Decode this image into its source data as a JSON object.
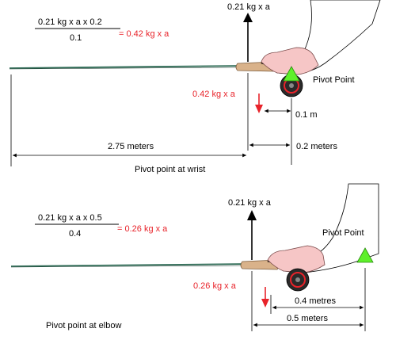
{
  "colors": {
    "accent_red": "#e8232a",
    "pivot_green": "#5ef02a",
    "rod_green": "#2e6b55",
    "hand_pink": "#f6c6c6",
    "handle_tan": "#d9b28a",
    "reel_dark": "#2a2a2a"
  },
  "top": {
    "formula_numerator": "0.21 kg x a x 0.2",
    "formula_denominator": "0.1",
    "formula_result": "= 0.42 kg x a",
    "force_up_label": "0.21 kg x a",
    "force_down_label": "0.42 kg x a",
    "pivot_label": "Pivot Point",
    "dim_short": "0.1 m",
    "dim_long": "2.75 meters",
    "dim_pivot": "0.2 meters",
    "caption": "Pivot point at wrist"
  },
  "bottom": {
    "formula_numerator": "0.21 kg x a x 0.5",
    "formula_denominator": "0.4",
    "formula_result": "= 0.26 kg x a",
    "force_up_label": "0.21 kg x a",
    "force_down_label": "0.26 kg x a",
    "pivot_label": "Pivot Point",
    "dim_short": "0.4 metres",
    "dim_long": "0.5 meters",
    "caption": "Pivot point at elbow"
  }
}
